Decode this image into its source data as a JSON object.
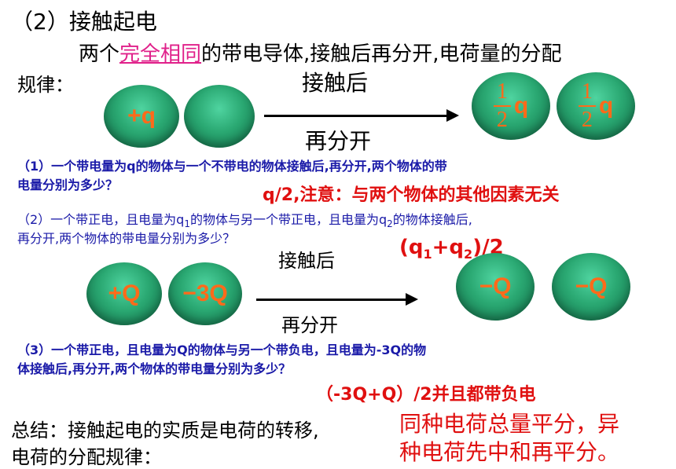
{
  "heading": "（2）接触起电",
  "intro": {
    "pre": "两个",
    "highlight": "完全相同",
    "post": "的带电导体,接触后再分开,电荷量的分配",
    "line2": "规律："
  },
  "diagram1": {
    "top_label": "接触后",
    "bottom_label": "再分开",
    "left_balls": [
      "+q",
      ""
    ],
    "frac_num": "1",
    "frac_den": "2",
    "frac_symbol": "q"
  },
  "question1": {
    "line1": "（1）一个带电量为q的物体与一个不带电的物体接触后,再分开,两个物体的带",
    "line2": "电量分别为多少？",
    "answer": "q/2,注意：与两个物体的其他因素无关"
  },
  "question2": {
    "line1_a": "（2）一个带正电，且电量为q",
    "sub1": "1",
    "line1_b": "的物体与另一个带正电，且电量为q",
    "sub2": "2",
    "line1_c": "的物体接触后,",
    "line2": "再分开,两个物体的带电量分别为多少？",
    "answer_a": "(q",
    "answer_sub1": "1",
    "answer_b": "+q",
    "answer_sub2": "2",
    "answer_c": ")/2"
  },
  "diagram2": {
    "top_label": "接触后",
    "bottom_label": "再分开",
    "left_balls": [
      "+Q",
      "−3Q"
    ],
    "right_balls": [
      "−Q",
      "−Q"
    ]
  },
  "question3": {
    "line1": "（3）一个带正电，且电量为Q的物体与另一个带负电，且电量为-3Q的物",
    "line2": "体接触后,再分开,两个物体的带电量分别为多少？",
    "answer": "（-3Q+Q）/2并且都带负电"
  },
  "summary": {
    "line1": "总结：接触起电的实质是电荷的转移,",
    "line2": "电荷的分配规律：",
    "rule1": "同种电荷总量平分，异",
    "rule2": "种电荷先中和再平分。"
  },
  "colors": {
    "ball_green": "#2aa872",
    "ball_label": "#ff6a1a",
    "question_blue": "#1a1aa8",
    "answer_red": "#e01010",
    "highlight_pink": "#e0208a"
  }
}
